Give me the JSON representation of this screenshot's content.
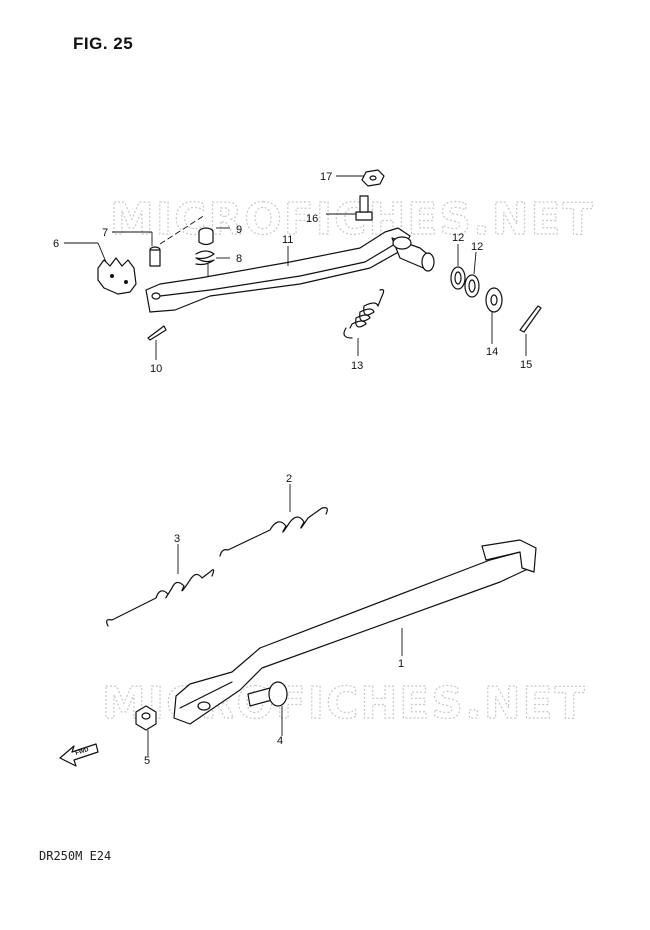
{
  "figure_title": "FIG. 25",
  "model_code": "DR250M E24",
  "watermark": "MICROFICHES.NET",
  "fwd_label": "FWD",
  "callouts": [
    {
      "id": "c1",
      "label": "1"
    },
    {
      "id": "c2",
      "label": "2"
    },
    {
      "id": "c3",
      "label": "3"
    },
    {
      "id": "c4",
      "label": "4"
    },
    {
      "id": "c5",
      "label": "5"
    },
    {
      "id": "c6",
      "label": "6"
    },
    {
      "id": "c7",
      "label": "7"
    },
    {
      "id": "c8",
      "label": "8"
    },
    {
      "id": "c9",
      "label": "9"
    },
    {
      "id": "c10",
      "label": "10"
    },
    {
      "id": "c11",
      "label": "11"
    },
    {
      "id": "c12a",
      "label": "12"
    },
    {
      "id": "c12b",
      "label": "12"
    },
    {
      "id": "c13",
      "label": "13"
    },
    {
      "id": "c14",
      "label": "14"
    },
    {
      "id": "c15",
      "label": "15"
    },
    {
      "id": "c16",
      "label": "16"
    },
    {
      "id": "c17",
      "label": "17"
    }
  ]
}
